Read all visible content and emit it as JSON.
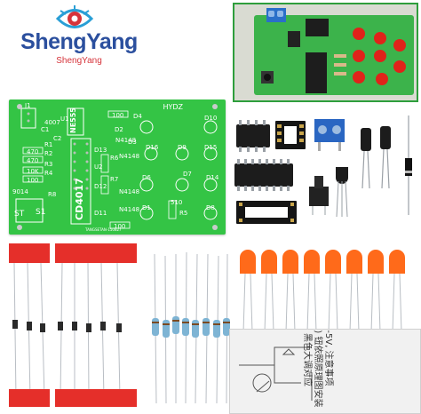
{
  "brand": {
    "name": "ShengYang",
    "subname": "ShengYang",
    "colors": {
      "name": "#2b4f9e",
      "accent": "#d6333a",
      "eye": "#2a9fd6"
    }
  },
  "pcb": {
    "title": "HYDZ",
    "ic_main": "CD4017",
    "ic_timer": "NE555",
    "labels": [
      "D4",
      "D10",
      "D2",
      "D13",
      "D3",
      "D16",
      "D9",
      "D15",
      "D6",
      "D7",
      "D14",
      "D12",
      "D1",
      "D8",
      "D11",
      "R8",
      "R5",
      "U1",
      "U2",
      "S1",
      "ST",
      "J1",
      "R1",
      "R2",
      "R3",
      "R4",
      "R6",
      "R7",
      "C1",
      "C2",
      "9014"
    ],
    "values": [
      "100",
      "470",
      "470",
      "10K",
      "100",
      "4007",
      "N4148",
      "N4148",
      "N4148",
      "N4148",
      "510",
      "100"
    ],
    "code": "TANGSETAN-150827"
  },
  "leaflet": {
    "lines": [
      "5-5V, 注意事项",
      "8) 钮依照原理图安装",
      "、黑色大调对应"
    ]
  },
  "kit_parts": {
    "led_color": "#ff6a1a",
    "dip_sockets": 2,
    "ic_chips": 2,
    "resistors": 8,
    "diodes": 8,
    "leds": 8
  }
}
